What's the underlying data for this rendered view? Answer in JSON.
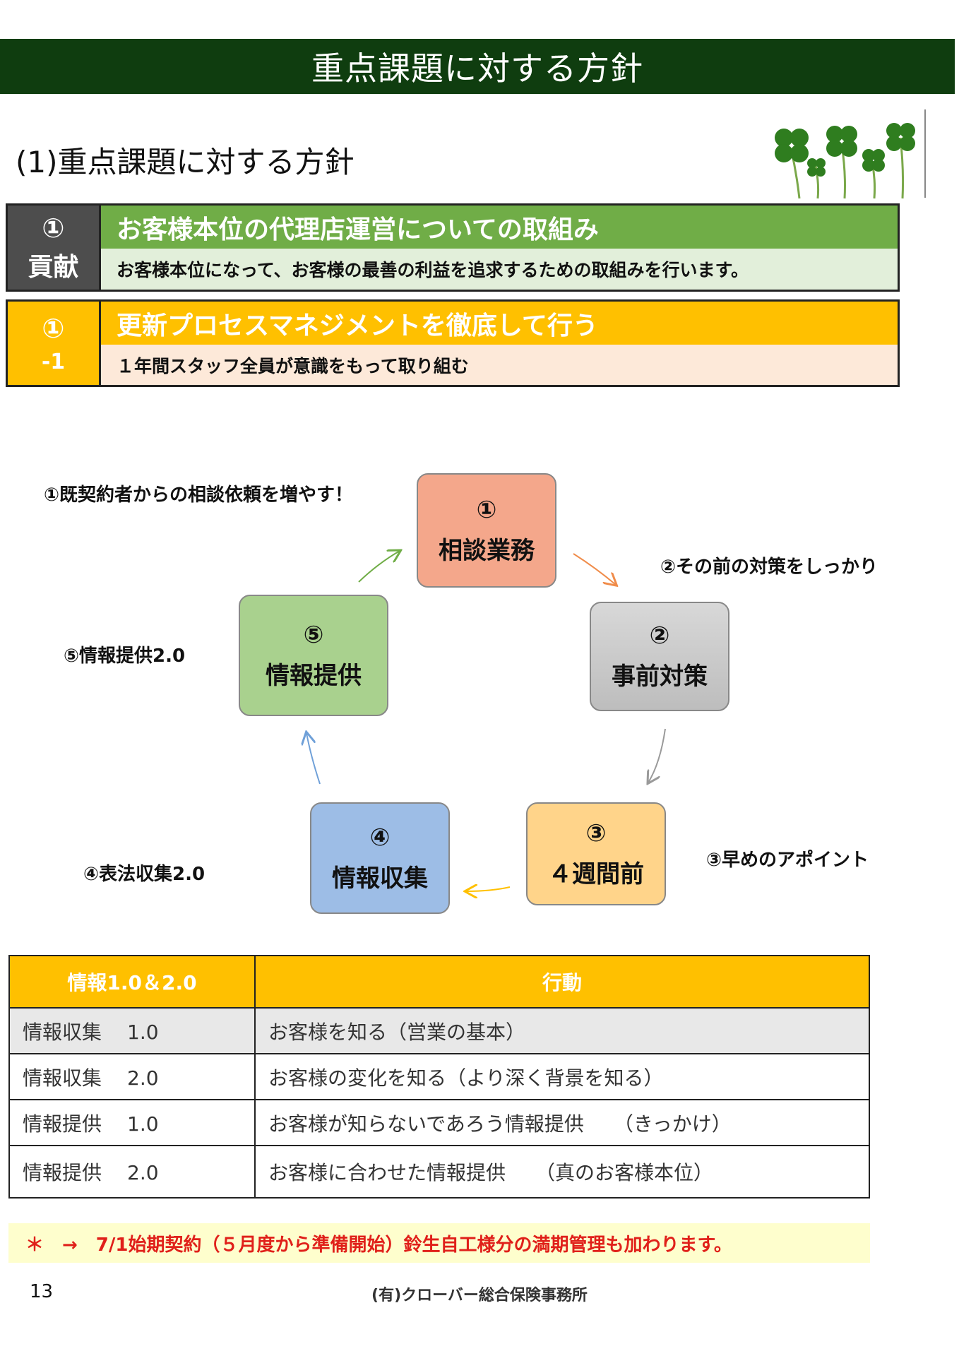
{
  "banner": {
    "title": "重点課題に対する方針"
  },
  "section": {
    "title": "(1)重点課題に対する方針"
  },
  "block1": {
    "num": "①",
    "tag": "貢献",
    "header": "お客様本位の代理店運営についての取組み",
    "sub": "お客様本位になって、お客様の最善の利益を追求するための取組みを行います。",
    "colors": {
      "left": "#4d4d4d",
      "header": "#70ad47",
      "sub": "#e2efda"
    }
  },
  "block2": {
    "num": "①",
    "tag": "-1",
    "header": "更新プロセスマネジメントを徹底して行う",
    "sub": "１年間スタッフ全員が意識をもって取り組む",
    "colors": {
      "left": "#ffc000",
      "header": "#ffc000",
      "sub": "#fde9d9"
    }
  },
  "cycle": {
    "nodes": [
      {
        "num": "①",
        "label": "相談業務",
        "color": "#f4a78b"
      },
      {
        "num": "②",
        "label": "事前対策",
        "color": "#c8c8c8"
      },
      {
        "num": "③",
        "label": "４週間前",
        "color": "#ffd48a"
      },
      {
        "num": "④",
        "label": "情報収集",
        "color": "#9dbde6"
      },
      {
        "num": "⑤",
        "label": "情報提供",
        "color": "#a9d18e"
      }
    ],
    "notes": [
      "①既契約者からの相談依頼を増やす！",
      "②その前の対策をしっかり",
      "③早めのアポイント",
      "④表法収集2.0",
      "⑤情報提供2.0"
    ]
  },
  "table": {
    "headers": [
      "情報1.0＆2.0",
      "行動"
    ],
    "rows": [
      {
        "name": "情報収集",
        "ver": "1.0",
        "action": "お客様を知る（営業の基本）"
      },
      {
        "name": "情報収集",
        "ver": "2.0",
        "action": "お客様の変化を知る（より深く背景を知る）"
      },
      {
        "name": "情報提供",
        "ver": "1.0",
        "action": "お客様が知らないであろう情報提供　　（きっかけ）"
      },
      {
        "name": "情報提供",
        "ver": "2.0",
        "action": "お客様に合わせた情報提供　　（真のお客様本位）"
      }
    ]
  },
  "footnote": {
    "text": "＊　→　7/1始期契約（５月度から準備開始）鈴生自工様分の満期管理も加わります。"
  },
  "footer": {
    "page": "13",
    "company": "(有)クローバー総合保険事務所"
  }
}
